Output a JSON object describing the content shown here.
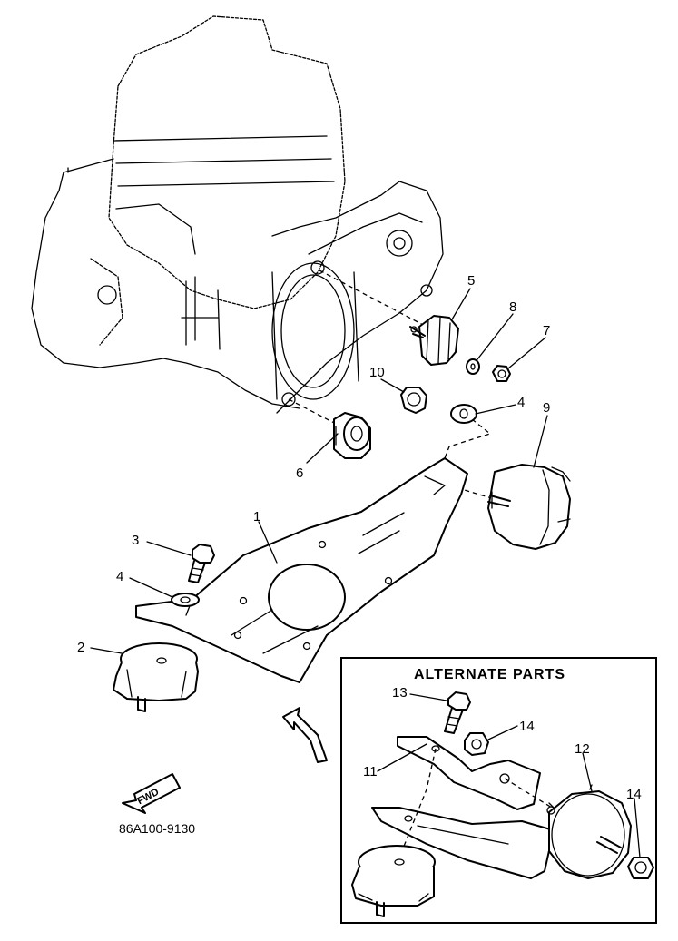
{
  "diagram": {
    "alternate_title": "ALTERNATE PARTS",
    "drawing_code": "86A100-9130",
    "fwd_label": "FWD",
    "callouts": {
      "c1": "1",
      "c2": "2",
      "c3": "3",
      "c4a": "4",
      "c4b": "4",
      "c5": "5",
      "c6": "6",
      "c7": "7",
      "c8": "8",
      "c9": "9",
      "c10": "10",
      "c11": "11",
      "c12": "12",
      "c13": "13",
      "c14a": "14",
      "c14b": "14"
    }
  }
}
